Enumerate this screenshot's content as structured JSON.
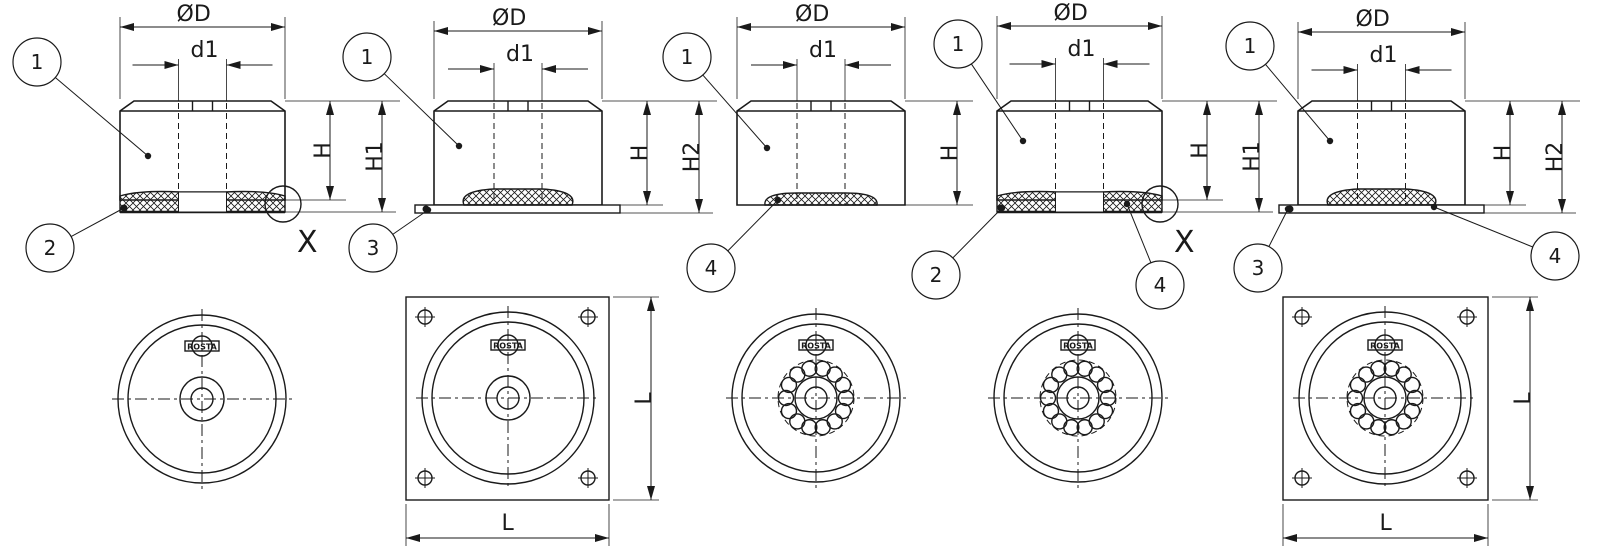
{
  "labels": {
    "diameter": "ØD",
    "inner_diameter": "d1",
    "height": "H",
    "height1": "H1",
    "height2": "H2",
    "length": "L",
    "detail": "X"
  },
  "balloons": [
    "1",
    "2",
    "3",
    "4"
  ],
  "logo_text": "ROSTA",
  "variants": [
    {
      "id": "v1",
      "heightLabel": "H1",
      "plate": false,
      "ring": false,
      "balloons": [
        "1",
        "2"
      ],
      "detail": true
    },
    {
      "id": "v2",
      "heightLabel": "H2",
      "plate": true,
      "ring": false,
      "balloons": [
        "1",
        "3"
      ],
      "detail": false
    },
    {
      "id": "v3",
      "heightLabel": "",
      "plate": false,
      "ring": true,
      "balloons": [
        "1",
        "4"
      ],
      "detail": false
    },
    {
      "id": "v4",
      "heightLabel": "H1",
      "plate": false,
      "ring": true,
      "balloons": [
        "1",
        "2",
        "4"
      ],
      "detail": true
    },
    {
      "id": "v5",
      "heightLabel": "H2",
      "plate": true,
      "ring": true,
      "balloons": [
        "1",
        "3",
        "4"
      ],
      "detail": false
    }
  ],
  "colors": {
    "line": "#1a1a1a",
    "background": "#ffffff"
  }
}
